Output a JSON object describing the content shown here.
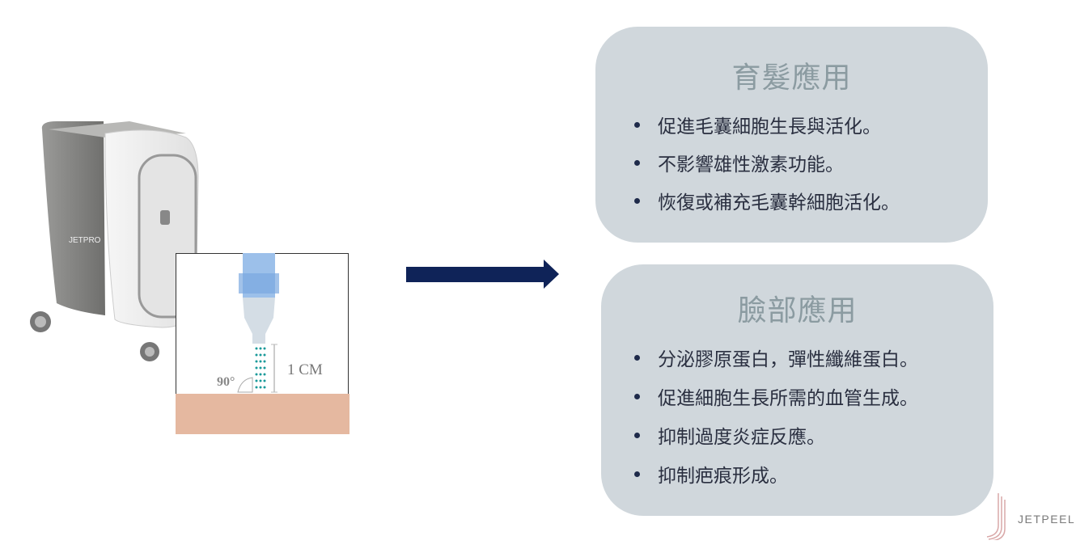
{
  "hair_card": {
    "title": "育髮應用",
    "items": [
      "促進毛囊細胞生長與活化。",
      "不影響雄性激素功能。",
      "恢復或補充毛囊幹細胞活化。"
    ]
  },
  "face_card": {
    "title": "臉部應用",
    "items": [
      "分泌膠原蛋白，彈性纖維蛋白。",
      "促進細胞生長所需的血管生成。",
      "抑制過度炎症反應。",
      "抑制疤痕形成。"
    ]
  },
  "diagram": {
    "distance_label": "1 CM",
    "angle_label": "90°"
  },
  "device": {
    "brand": "JETPRO"
  },
  "logo": {
    "text": "JETPEEL"
  },
  "colors": {
    "card_bg": "#d0d7dc",
    "title": "#8b9ba1",
    "text": "#2a2f40",
    "arrow": "#0f2358",
    "skin": "#e5b8a0",
    "jet": "#1a9a9a"
  }
}
